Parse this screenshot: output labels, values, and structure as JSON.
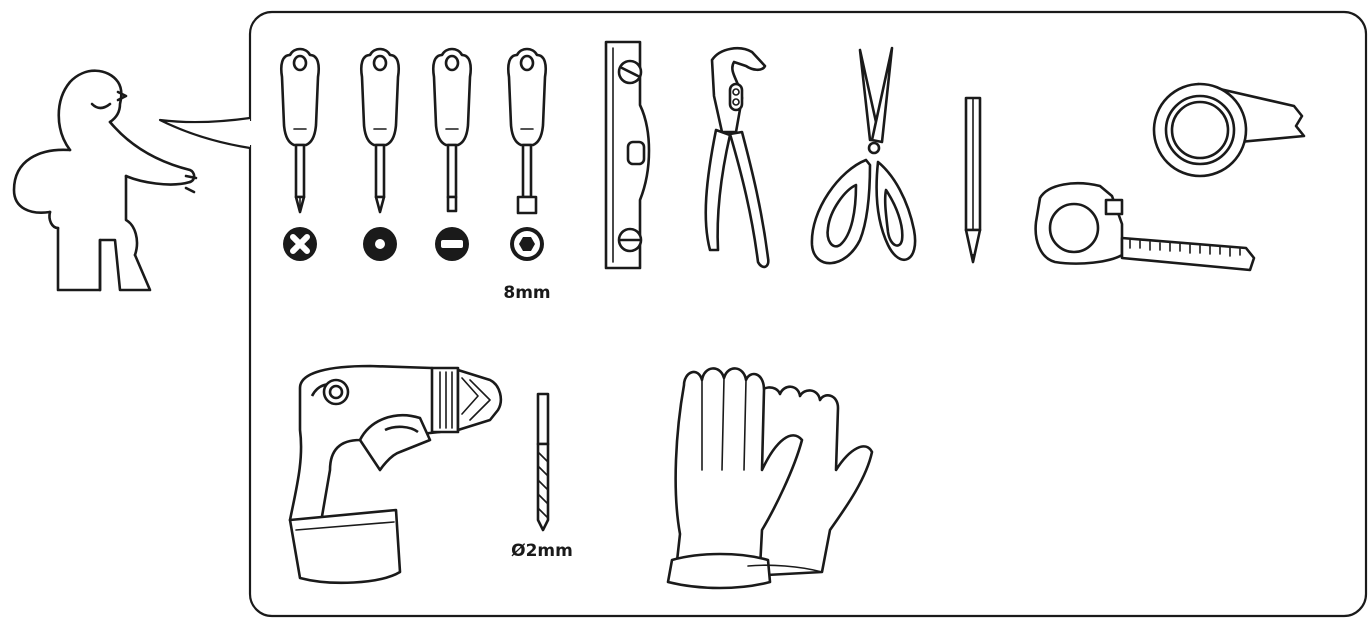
{
  "figure": {
    "labels": {
      "hex_bit_size": "8mm",
      "drill_bit_size": "Ø2mm"
    },
    "tools": [
      {
        "name": "phillips-screwdriver",
        "bit": "cross-icon"
      },
      {
        "name": "pozidriv-screwdriver",
        "bit": "dot-icon"
      },
      {
        "name": "flathead-screwdriver",
        "bit": "slot-icon"
      },
      {
        "name": "hex-nut-driver",
        "bit": "hexagon-icon"
      },
      {
        "name": "spirit-level"
      },
      {
        "name": "water-pump-pliers"
      },
      {
        "name": "scissors"
      },
      {
        "name": "pencil"
      },
      {
        "name": "measuring-tape"
      },
      {
        "name": "adhesive-tape-roll"
      },
      {
        "name": "cordless-drill"
      },
      {
        "name": "drill-bit"
      },
      {
        "name": "work-gloves"
      }
    ],
    "colors": {
      "line": "#1a1a1a",
      "background": "#ffffff"
    }
  }
}
